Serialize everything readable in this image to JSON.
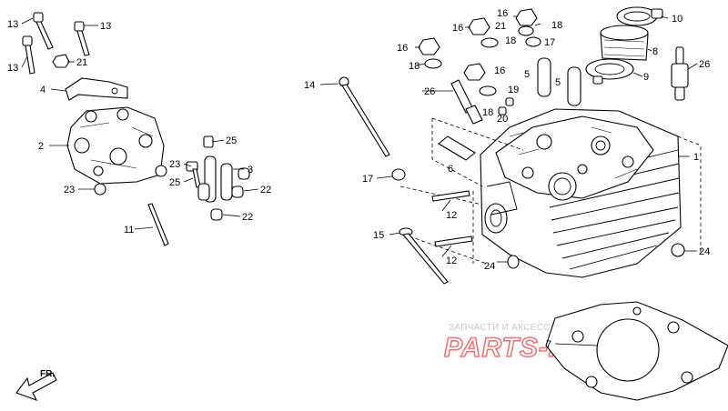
{
  "diagram": {
    "callouts": [
      "1",
      "2",
      "3",
      "4",
      "5",
      "5",
      "6",
      "7",
      "8",
      "9",
      "10",
      "11",
      "12",
      "12",
      "13",
      "13",
      "13",
      "14",
      "15",
      "16",
      "16",
      "16",
      "16",
      "17",
      "17",
      "18",
      "18",
      "18",
      "18",
      "19",
      "20",
      "21",
      "21",
      "22",
      "22",
      "23",
      "23",
      "24",
      "24",
      "25",
      "25",
      "26",
      "26"
    ]
  },
  "watermark": {
    "line1": "ЗАПЧАСТИ И АКСЕССУАРЫ ДЛЯ МОТОЦИКЛОВ",
    "logo": "PARTS-MOTO.RU"
  },
  "direction": {
    "label": "FR."
  },
  "colors": {
    "line": "#000000",
    "watermark_red": "#e87a7a",
    "watermark_grey": "#c8c8c8"
  }
}
